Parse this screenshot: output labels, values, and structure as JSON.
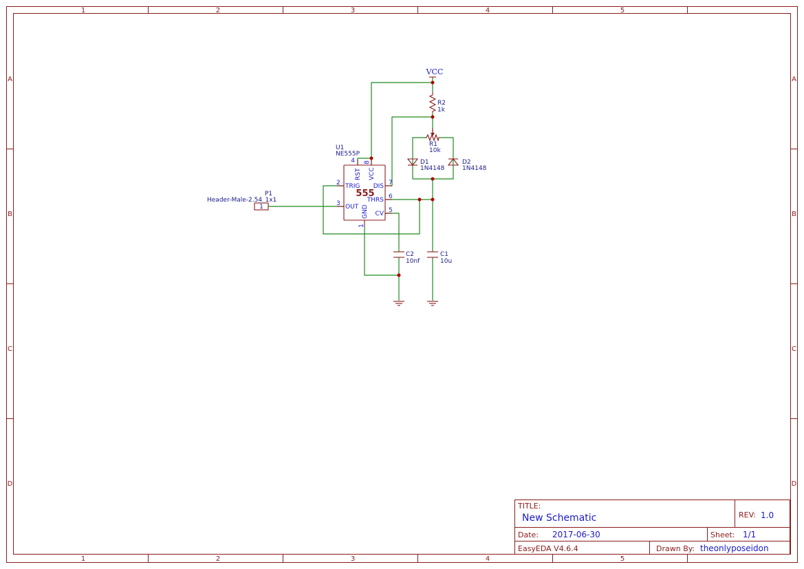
{
  "frame": {
    "column_labels": [
      "1",
      "2",
      "3",
      "4",
      "5"
    ],
    "row_labels": [
      "A",
      "B",
      "C",
      "D"
    ]
  },
  "components": {
    "u1": {
      "ref": "U1",
      "value": "NE555P",
      "body_label": "555",
      "pins": {
        "rst": {
          "name": "RST",
          "number": "4"
        },
        "vcc": {
          "name": "VCC",
          "number": "8"
        },
        "trig": {
          "name": "TRIG",
          "number": "2"
        },
        "dis": {
          "name": "DIS",
          "number": "7"
        },
        "out": {
          "name": "OUT",
          "number": "3"
        },
        "thrs": {
          "name": "THRS",
          "number": "6"
        },
        "cv": {
          "name": "CV",
          "number": "5"
        },
        "gnd": {
          "name": "GND",
          "number": "1"
        }
      }
    },
    "r1": {
      "ref": "R1",
      "value": "10k"
    },
    "r2": {
      "ref": "R2",
      "value": "1k"
    },
    "d1": {
      "ref": "D1",
      "value": "1N4148"
    },
    "d2": {
      "ref": "D2",
      "value": "1N4148"
    },
    "c1": {
      "ref": "C1",
      "value": "10u"
    },
    "c2": {
      "ref": "C2",
      "value": "10nf"
    },
    "p1": {
      "ref": "P1",
      "value": "Header-Male-2.54_1x1",
      "pin": "1"
    },
    "vcc": {
      "label": "VCC"
    }
  },
  "title_block": {
    "title_label": "TITLE:",
    "title": "New Schematic",
    "rev_label": "REV:",
    "rev": "1.0",
    "date_label": "Date:",
    "date": "2017-06-30",
    "sheet_label": "Sheet:",
    "sheet": "1/1",
    "tool": "EasyEDA V4.6.4",
    "drawn_by_label": "Drawn By:",
    "drawn_by": "theonlyposeidon"
  },
  "colors": {
    "frame": "#8b1a1a",
    "wire": "#1f8a1f",
    "junction": "#b00000",
    "text_blue": "#1a1acc"
  }
}
